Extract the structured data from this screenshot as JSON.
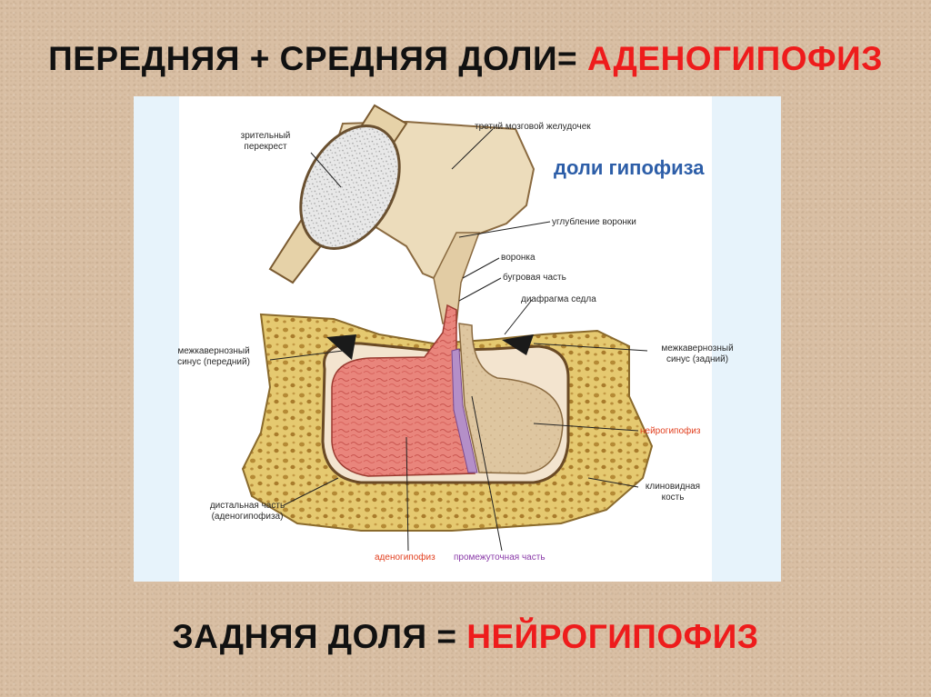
{
  "header": {
    "prefix": "ПЕРЕДНЯЯ + СРЕДНЯЯ ДОЛИ= ",
    "highlight": "АДЕНОГИПОФИЗ"
  },
  "footer": {
    "prefix": "ЗАДНЯЯ ДОЛЯ = ",
    "highlight": "НЕЙРОГИПОФИЗ"
  },
  "figure": {
    "title": "доли гипофиза",
    "labels": {
      "optic_chiasm": "зрительный\nперекрест",
      "third_ventricle": "третий  мозговой желудочек",
      "infundibular_recess": "углубление воронки",
      "infundibulum": "воронка",
      "pars_tuberalis": "бугровая часть",
      "diaphragma_sellae": "диафрагма седла",
      "intercavernous_anterior": "межкавернозный\nсинус (передний)",
      "intercavernous_posterior": "межкавернозный\nсинус (задний)",
      "neurohypophysis": "нейрогипофиз",
      "sphenoid_bone": "клиновидная\nкость",
      "pars_distalis": "дистальная часть\n(аденогипофиза)",
      "adenohypophysis": "аденогипофиз",
      "pars_intermedia": "промежуточная часть"
    },
    "colors": {
      "title_blue": "#2d5ea8",
      "accent_red": "#ee1c1c",
      "adeno_pink": "#e9827a",
      "neuro_beige": "#dfc8a0",
      "bone_yellow": "#e3c873",
      "intermediate_purple": "#b48fc8"
    }
  }
}
